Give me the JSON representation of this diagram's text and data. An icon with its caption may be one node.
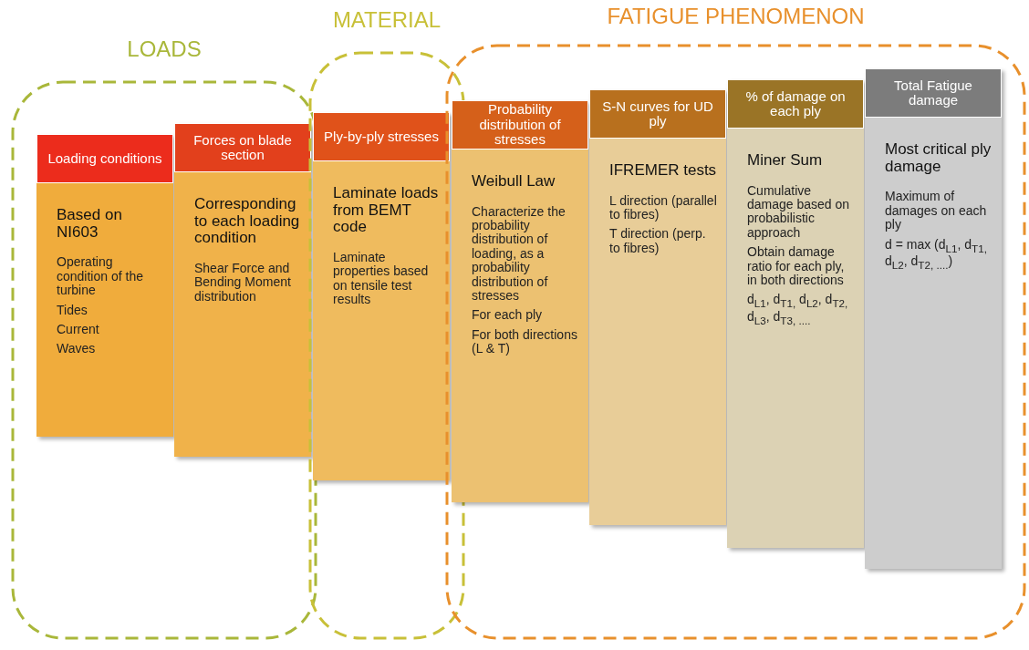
{
  "diagram": {
    "nodes": [
      {
        "text": [
          "LOADS"
        ]
      },
      {
        "text": [
          "Loading conditions",
          "Based on NI603",
          "Operating condition of the turbine",
          "Tides",
          "Current",
          "Waves"
        ],
        "in": 0
      },
      {
        "text": [
          "Forces on blade section",
          "Corresponding to each loading condition",
          "Shear Force and Bending Moment distribution"
        ],
        "in": 0
      },
      {
        "text": [
          "MATERIAL"
        ]
      },
      {
        "text": [
          "Ply-by-ply stresses",
          "Laminate loads from BEMT code",
          "Laminate properties based on tensile test results"
        ],
        "in": 3
      },
      {
        "text": [
          "FATIGUE PHENOMENON"
        ]
      },
      {
        "text": [
          "Probability distribution of stresses",
          "Weibull Law",
          "Characterize the probability distribution of loading, as a probability distribution of stresses",
          "For each ply",
          "For both directions (L & T)"
        ],
        "in": 5
      },
      {
        "text": [
          "S-N curves for UD ply",
          "IFREMER tests",
          "L direction (parallel to fibres)",
          "T direction (perp. to fibres)"
        ],
        "in": 5
      },
      {
        "text": [
          "% of damage on each ply",
          "Miner Sum",
          "Cumulative damage based on probabilistic approach",
          "Obtain damage ratio for each ply, in both directions",
          "d$_{L1}$, d$_{T1,}$ d$_{L2}$, d$_{T2,}$ d$_{L3}$, d$_{T3, ....}$"
        ],
        "in": 5
      },
      {
        "text": [
          "Total Fatigue damage",
          "Most critical ply damage",
          "Maximum of damages on each ply",
          "d = max (d$_{L1}$, d$_{T1,}$ d$_{L2}$, d$_{T2, ....}$)"
        ],
        "in": 5
      }
    ]
  }
}
